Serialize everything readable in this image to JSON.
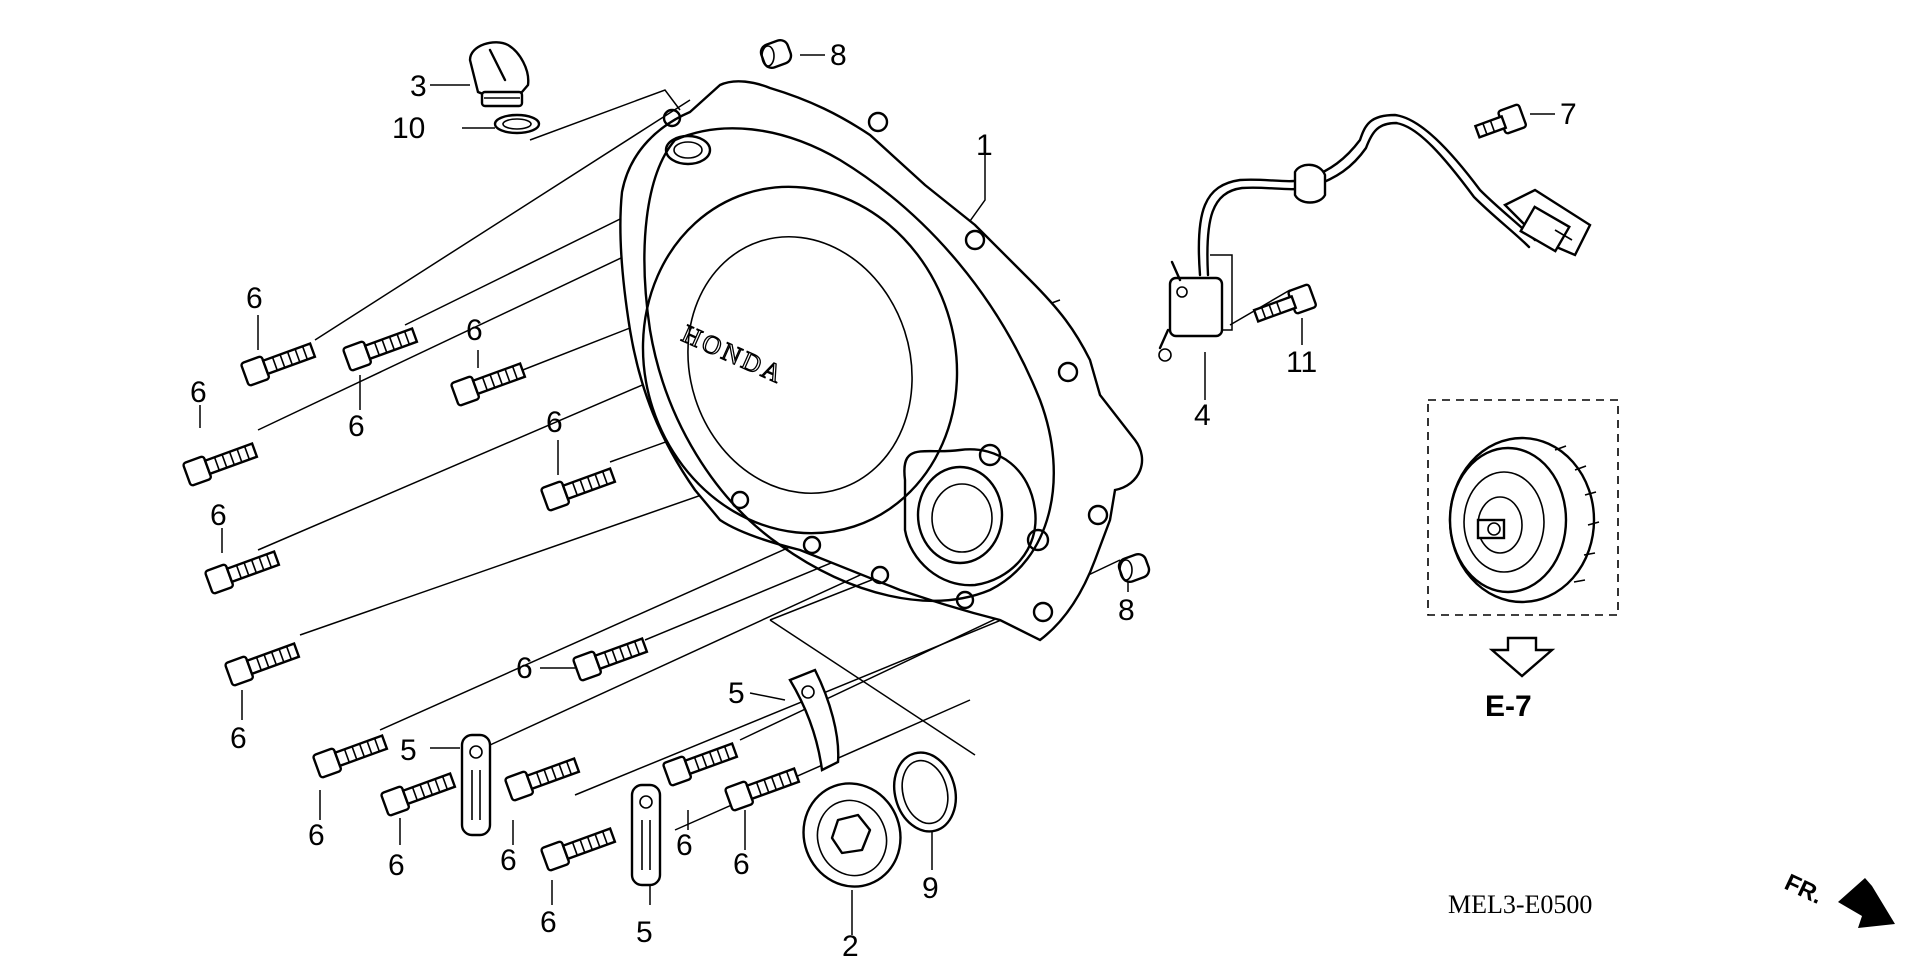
{
  "diagram": {
    "callouts": [
      "1",
      "2",
      "3",
      "4",
      "5",
      "6",
      "7",
      "8",
      "9",
      "10",
      "11"
    ],
    "brand_mark": "HONDA",
    "reference_label": "E-7",
    "diagram_code": "MEL3-E0500",
    "direction_label": "FR."
  }
}
